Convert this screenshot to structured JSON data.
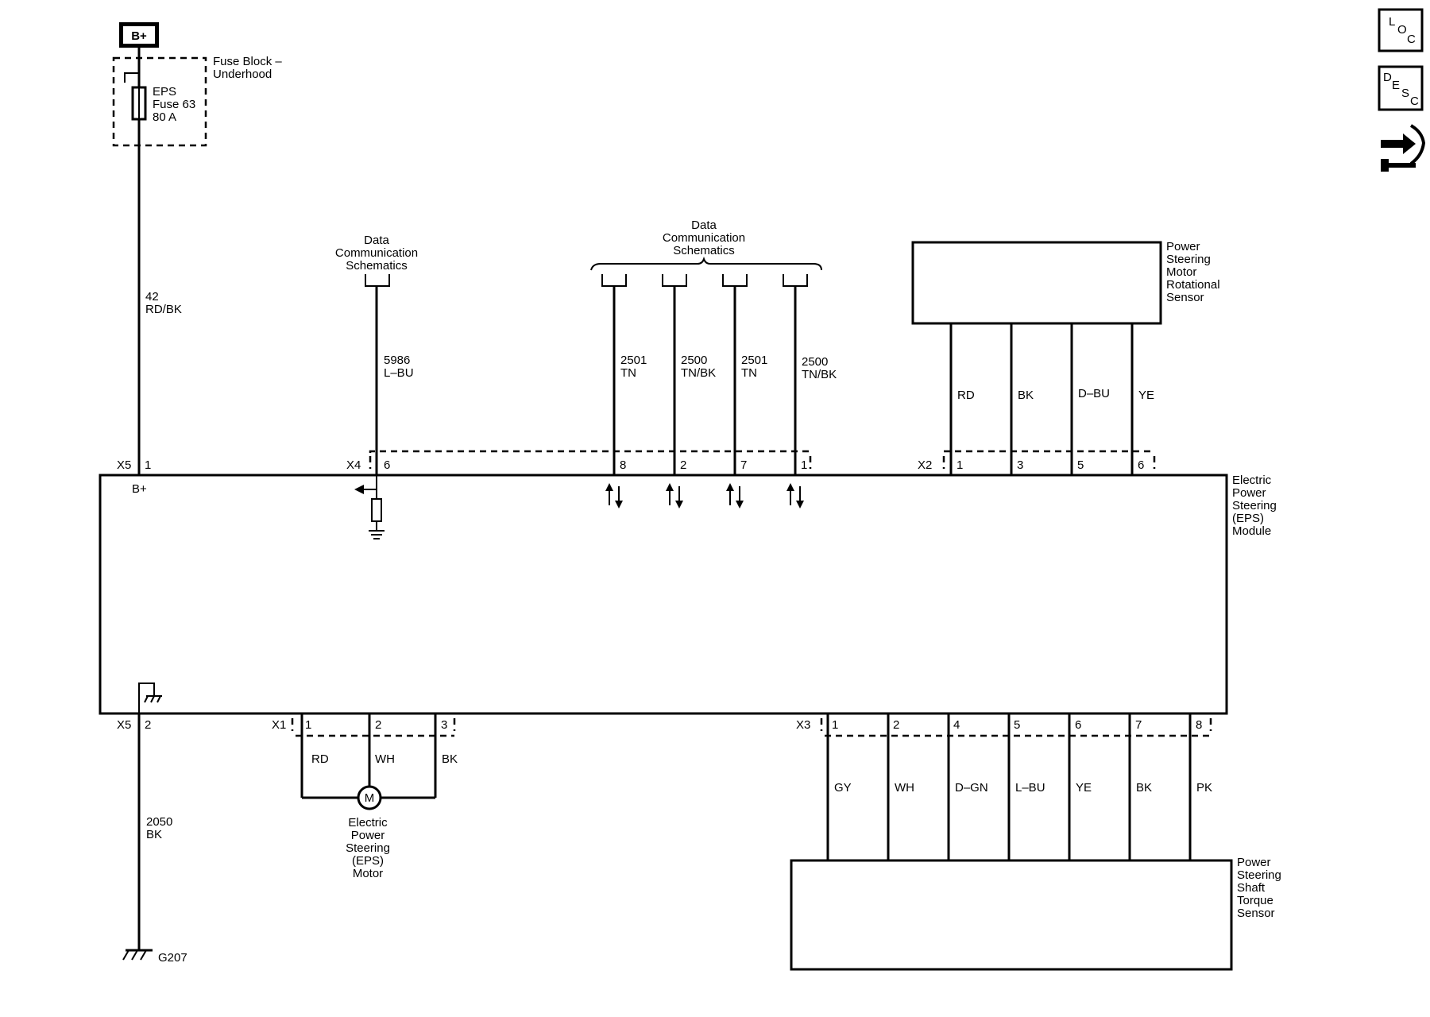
{
  "supply": {
    "label": "B+"
  },
  "fuse_block": {
    "line1": "Fuse Block –",
    "line2": "Underhood"
  },
  "fuse": {
    "line1": "EPS",
    "line2": "Fuse 63",
    "line3": "80 A"
  },
  "wire_42": {
    "num": "42",
    "color": "RD/BK"
  },
  "wire_5986": {
    "num": "5986",
    "color": "L–BU"
  },
  "data_comm_left": {
    "line1": "Data",
    "line2": "Communication",
    "line3": "Schematics"
  },
  "data_comm_right": {
    "line1": "Data",
    "line2": "Communication",
    "line3": "Schematics"
  },
  "can_wires": [
    {
      "num": "2501",
      "color": "TN",
      "pin": "8"
    },
    {
      "num": "2500",
      "color": "TN/BK",
      "pin": "2"
    },
    {
      "num": "2501",
      "color": "TN",
      "pin": "7"
    },
    {
      "num": "2500",
      "color": "TN/BK",
      "pin": "1"
    }
  ],
  "rot_sensor": {
    "line1": "Power",
    "line2": "Steering",
    "line3": "Motor",
    "line4": "Rotational",
    "line5": "Sensor"
  },
  "rot_wires": [
    {
      "color": "RD",
      "pin": "1"
    },
    {
      "color": "BK",
      "pin": "3"
    },
    {
      "color": "D–BU",
      "pin": "5"
    },
    {
      "color": "YE",
      "pin": "6"
    }
  ],
  "module": {
    "line1": "Electric",
    "line2": "Power",
    "line3": "Steering",
    "line4": "(EPS)",
    "line5": "Module",
    "bplus": "B+"
  },
  "connectors": {
    "x5": "X5",
    "x4": "X4",
    "x2": "X2",
    "x1": "X1",
    "x3": "X3",
    "x5b": "X5"
  },
  "pins": {
    "x5_top": "1",
    "x4": "6",
    "x5_bottom": "2"
  },
  "motor_wires": [
    {
      "color": "RD",
      "pin": "1"
    },
    {
      "color": "WH",
      "pin": "2"
    },
    {
      "color": "BK",
      "pin": "3"
    }
  ],
  "motor": {
    "symbol": "M",
    "line1": "Electric",
    "line2": "Power",
    "line3": "Steering",
    "line4": "(EPS)",
    "line5": "Motor"
  },
  "wire_2050": {
    "num": "2050",
    "color": "BK"
  },
  "ground": {
    "label": "G207"
  },
  "torque_wires": [
    {
      "color": "GY",
      "pin": "1"
    },
    {
      "color": "WH",
      "pin": "2"
    },
    {
      "color": "D–GN",
      "pin": "4"
    },
    {
      "color": "L–BU",
      "pin": "5"
    },
    {
      "color": "YE",
      "pin": "6"
    },
    {
      "color": "BK",
      "pin": "7"
    },
    {
      "color": "PK",
      "pin": "8"
    }
  ],
  "torque_sensor": {
    "line1": "Power",
    "line2": "Steering",
    "line3": "Shaft",
    "line4": "Torque",
    "line5": "Sensor"
  },
  "side_icons": {
    "loc": {
      "a": "L",
      "b": "O",
      "c": "C"
    },
    "desc": {
      "a": "D",
      "b": "E",
      "c": "S",
      "d": "C"
    }
  }
}
